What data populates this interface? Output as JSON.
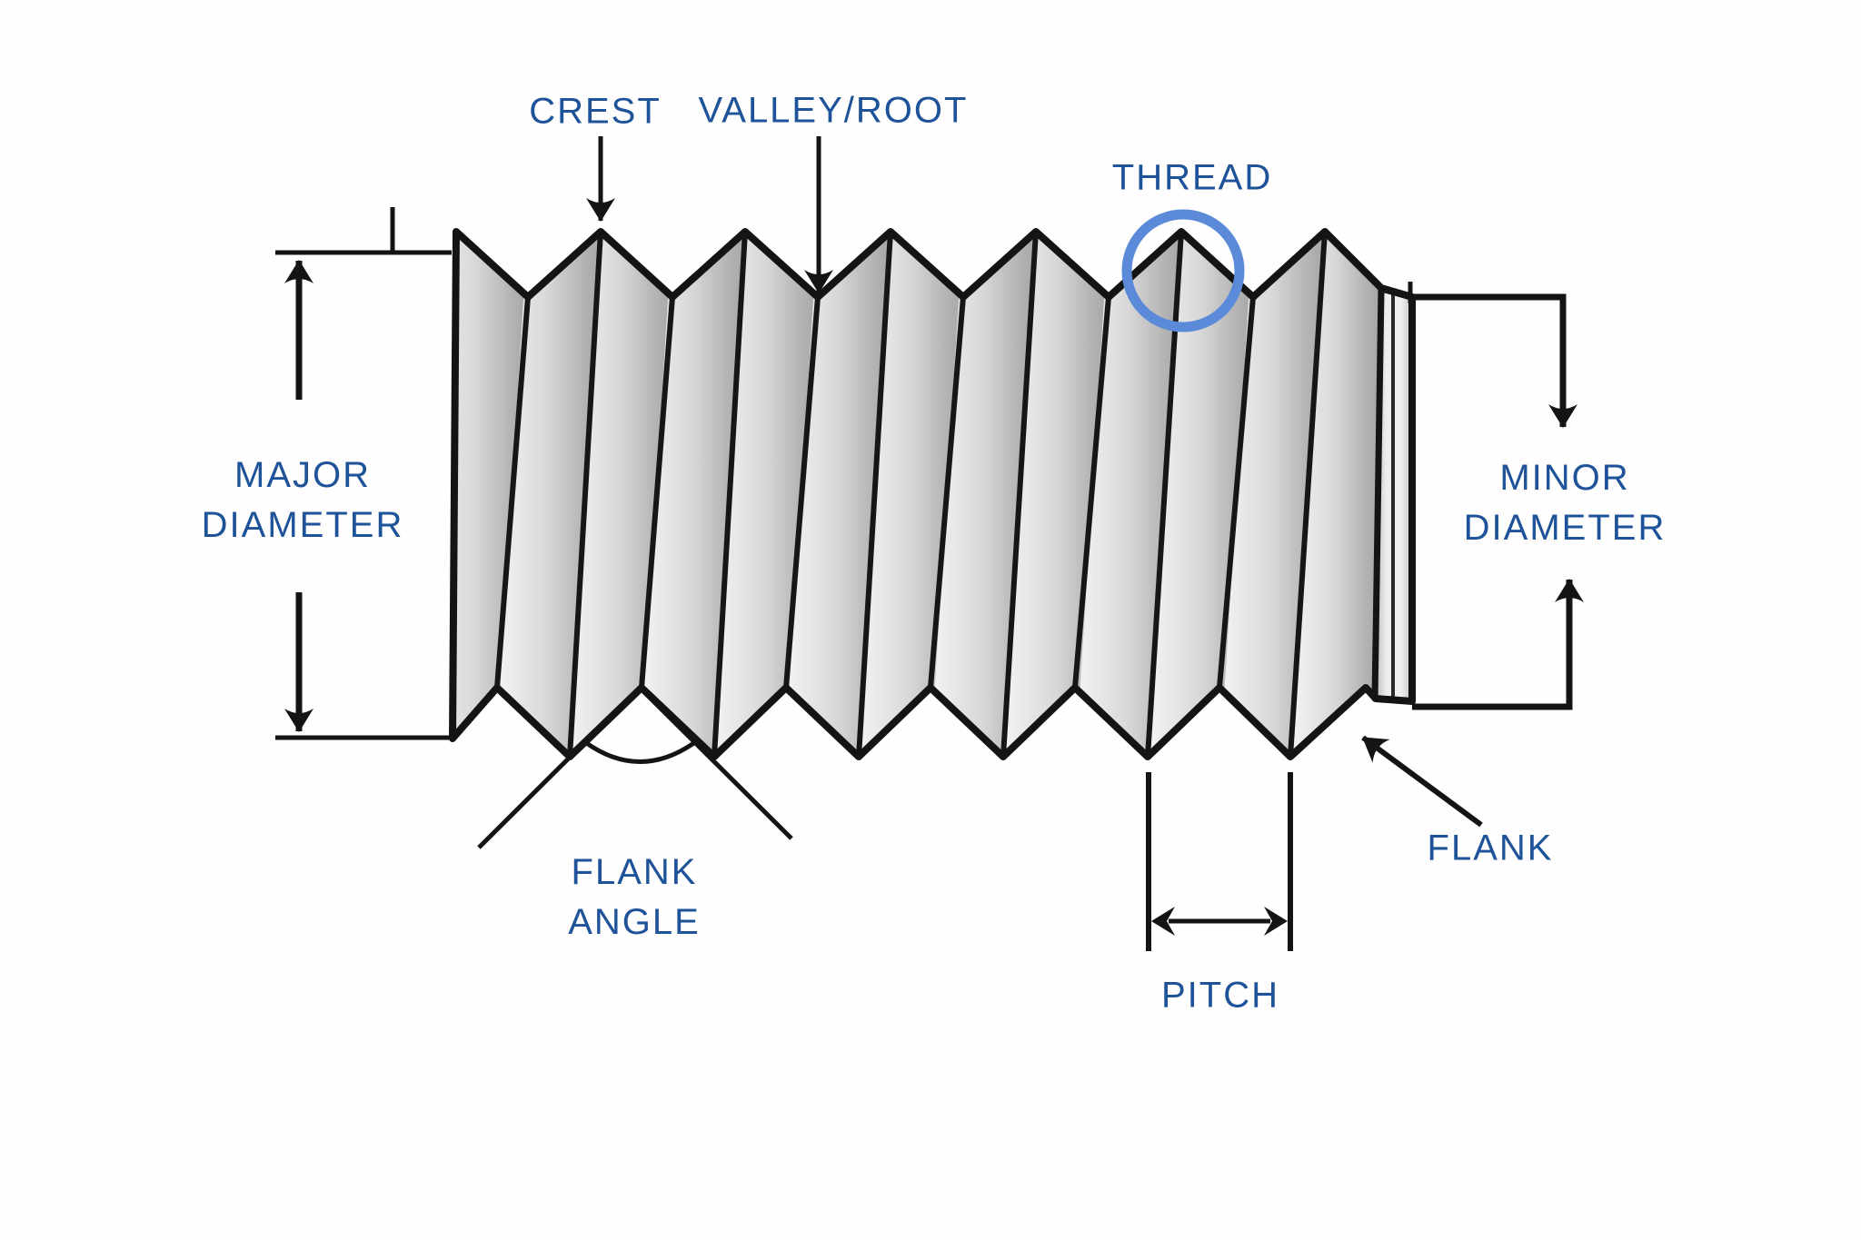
{
  "colors": {
    "label_blue": "#1E5299",
    "circle_blue": "#5B8BD8",
    "line_color": "#141414"
  },
  "labels": {
    "crest": "CREST",
    "valley_root": "VALLEY/ROOT",
    "thread": "THREAD",
    "major_line1": "MAJOR",
    "major_line2": "DIAMETER",
    "minor_line1": "MINOR",
    "minor_line2": "DIAMETER",
    "flank": "FLANK",
    "flank_angle_line1": "FLANK",
    "flank_angle_line2": "ANGLE",
    "pitch": "PITCH"
  }
}
